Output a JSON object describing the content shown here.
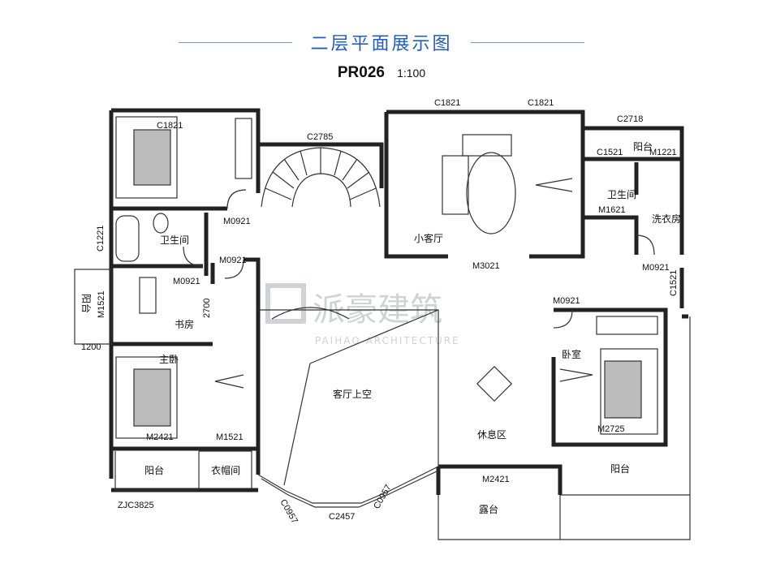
{
  "header": {
    "title": "二层平面展示图",
    "plan_code": "PR026",
    "scale": "1:100"
  },
  "watermark": {
    "name": "派豪建筑",
    "sub": "PAIHAO ARCHITECTURE"
  },
  "rooms": {
    "small_living": "小客厅",
    "bath_left": "卫生间",
    "study": "书房",
    "master_bed": "主卧",
    "void": "客厅上空",
    "lounge": "休息区",
    "bedroom": "卧室",
    "bath_right": "卫生间",
    "laundry": "洗衣房",
    "balcony_top": "阳台",
    "balcony_left": "阳台",
    "balcony_bottom_left": "阳台",
    "closet": "衣帽间",
    "balcony_right": "阳台",
    "terrace": "露台"
  },
  "codes": {
    "c1821_a": "C1821",
    "c1821_b": "C1821",
    "c1821_c": "C1821",
    "c2785": "C2785",
    "c2718": "C2718",
    "c1521_a": "C1521",
    "m1221": "M1221",
    "m1621": "M1621",
    "m0921_a": "M0921",
    "m0921_b": "M0921",
    "m0921_c": "M0921",
    "m0921_d": "M0921",
    "m0921_e": "M0921",
    "m3021": "M3021",
    "c1221": "C1221",
    "m1521_a": "M1521",
    "dim_2700": "2700",
    "dim_1200": "1200",
    "m2421_a": "M2421",
    "m1521_b": "M1521",
    "c1521_b": "C1521",
    "m2725": "M2725",
    "m2421_b": "M2421",
    "zjc3825": "ZJC3825",
    "c0957_a": "C0957",
    "c2457": "C2457",
    "c0957_b": "C0957"
  }
}
